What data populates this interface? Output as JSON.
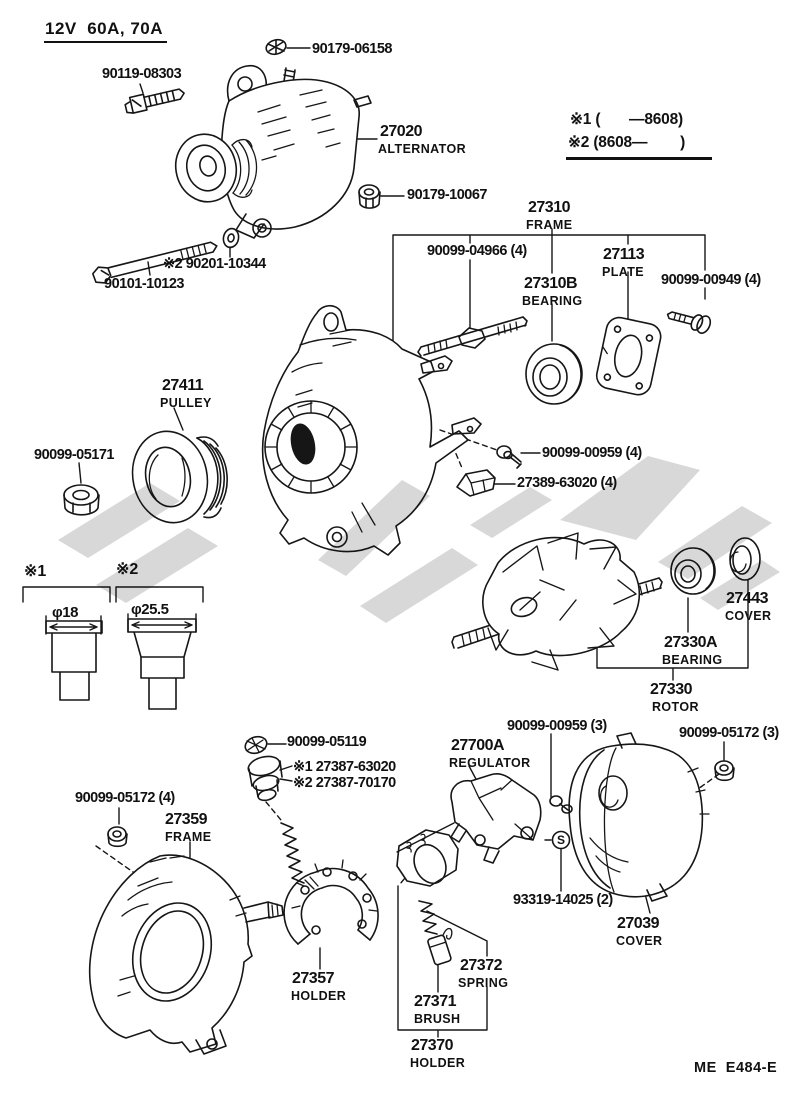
{
  "meta": {
    "title": "12V  60A, 70A",
    "footer_code": "ME  E484-E"
  },
  "notes": {
    "line1": "※1 (       —8608)",
    "line2": "※2 (8608—        )"
  },
  "labels": {
    "p90119": {
      "code": "90119-08303"
    },
    "p90179a": {
      "code": "90179-06158"
    },
    "p27020": {
      "code": "27020",
      "name": "ALTERNATOR"
    },
    "p90179b": {
      "code": "90179-10067"
    },
    "p90201": {
      "code": "※2 90201-10344"
    },
    "p90101": {
      "code": "90101-10123"
    },
    "p27310": {
      "code": "27310",
      "name": "FRAME"
    },
    "p90099_04966": {
      "code": "90099-04966 (4)"
    },
    "p27113": {
      "code": "27113",
      "name": "PLATE"
    },
    "p27310b": {
      "code": "27310B",
      "name": "BEARING"
    },
    "p90099_00949": {
      "code": "90099-00949 (4)"
    },
    "p90099_00959_4": {
      "code": "90099-00959 (4)"
    },
    "p27389": {
      "code": "27389-63020 (4)"
    },
    "p27411": {
      "code": "27411",
      "name": "PULLEY"
    },
    "p90099_05171": {
      "code": "90099-05171"
    },
    "sym1": "※1",
    "sym2": "※2",
    "dim1": "φ18",
    "dim2": "φ25.5",
    "p27443": {
      "code": "27443",
      "name": "COVER"
    },
    "p27330a": {
      "code": "27330A",
      "name": "BEARING"
    },
    "p27330": {
      "code": "27330",
      "name": "ROTOR"
    },
    "p90099_00959_3": {
      "code": "90099-00959 (3)"
    },
    "p27700a": {
      "code": "27700A",
      "name": "REGULATOR"
    },
    "p90099_05172_3": {
      "code": "90099-05172 (3)"
    },
    "p93319": {
      "code": "93319-14025 (2)"
    },
    "p27039": {
      "code": "27039",
      "name": "COVER"
    },
    "p90099_05119": {
      "code": "90099-05119"
    },
    "p27387_1": {
      "code": "※1 27387-63020"
    },
    "p27387_2": {
      "code": "※2 27387-70170"
    },
    "p90099_05172_4": {
      "code": "90099-05172 (4)"
    },
    "p27359": {
      "code": "27359",
      "name": "FRAME"
    },
    "p27357": {
      "code": "27357",
      "name": "HOLDER"
    },
    "p27372": {
      "code": "27372",
      "name": "SPRING"
    },
    "p27371": {
      "code": "27371",
      "name": "BRUSH"
    },
    "p27370": {
      "code": "27370",
      "name": "HOLDER"
    },
    "s_symbol": "S"
  },
  "colors": {
    "ink": "#161616",
    "watermark": "#d8d8d8"
  }
}
